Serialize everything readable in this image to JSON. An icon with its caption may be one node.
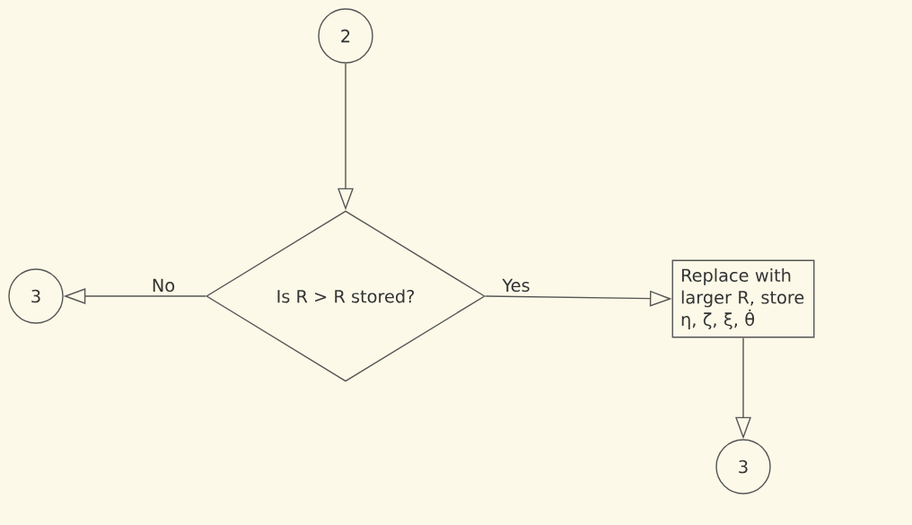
{
  "diagram": {
    "nodes": [
      {
        "text": [
          "2"
        ]
      },
      {
        "text": [
          "Is R > R stored?"
        ]
      },
      {
        "text": [
          "Replace with larger R, store η, ζ, ξ, θ̇"
        ]
      },
      {
        "text": [
          "3"
        ]
      },
      {
        "text": [
          "3"
        ]
      }
    ],
    "edges": [
      {
        "from": 0,
        "to": 1,
        "arrow": "to"
      },
      {
        "from": 1,
        "to": 3,
        "arrow": "to",
        "label": "No"
      },
      {
        "from": 1,
        "to": 2,
        "arrow": "to",
        "label": "Yes"
      },
      {
        "from": 2,
        "to": 4,
        "arrow": "to"
      }
    ]
  }
}
